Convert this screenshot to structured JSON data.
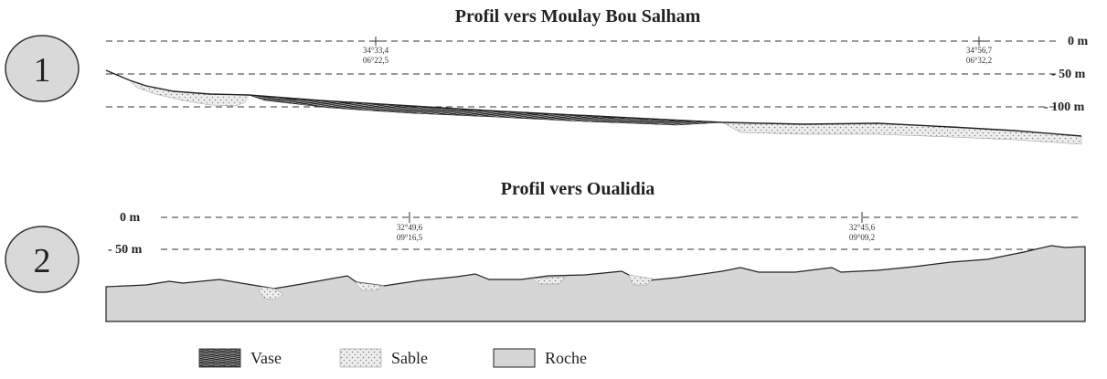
{
  "profile1": {
    "number": "1",
    "title": "Profil vers Moulay Bou Salham",
    "depth_labels": [
      "0 m",
      "- 50 m",
      "- 100 m"
    ],
    "markers": [
      {
        "lat": "34°33,4",
        "lon": "06°22,5"
      },
      {
        "lat": "34°56,7",
        "lon": "06°32,2"
      }
    ]
  },
  "profile2": {
    "number": "2",
    "title": "Profil vers Oualidia",
    "depth_labels": [
      "0 m",
      "- 50 m"
    ],
    "markers": [
      {
        "lat": "32°49,6",
        "lon": "09°16,5"
      },
      {
        "lat": "32°45,6",
        "lon": "09°09,2"
      }
    ]
  },
  "legend": {
    "items": [
      {
        "label": "Vase",
        "pattern": "mud"
      },
      {
        "label": "Sable",
        "pattern": "sand"
      },
      {
        "label": "Roche",
        "pattern": "rock"
      }
    ]
  },
  "colors": {
    "badge_fill": "#d9d9d9",
    "rock_fill": "#d6d6d6",
    "sand_fill": "#ececec",
    "mud_fill": "#3a3a3a",
    "line": "#222222"
  }
}
